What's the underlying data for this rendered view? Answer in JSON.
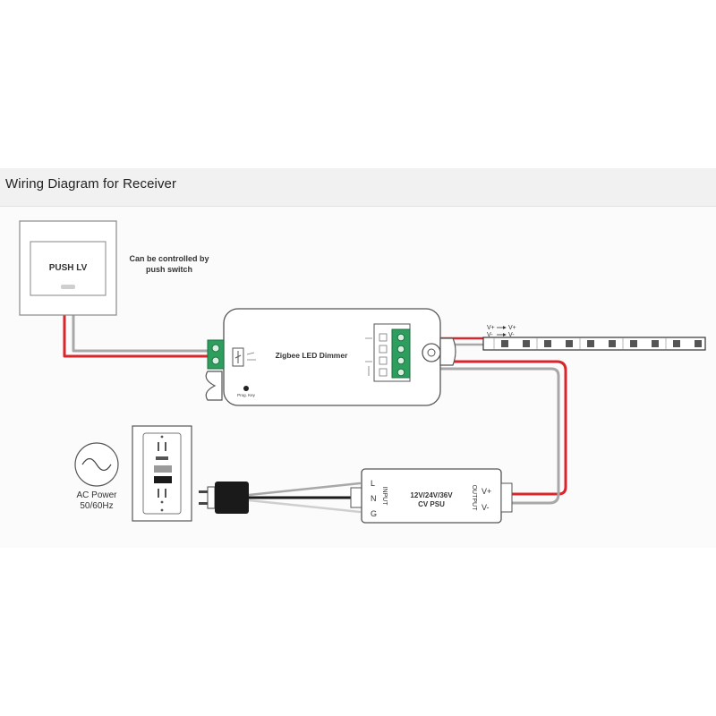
{
  "diagram": {
    "title": "Wiring Diagram for Receiver",
    "push_switch": {
      "label": "PUSH LV",
      "caption_line1": "Can be controlled by",
      "caption_line2": "push switch"
    },
    "dimmer": {
      "label": "Zigbee LED Dimmer",
      "prog_key": "Prog. Key"
    },
    "led_strip": {
      "vplus_in": "V+",
      "vplus_out": "V+",
      "vminus_in": "V-",
      "vminus_out": "V-"
    },
    "ac_power": {
      "line1": "AC Power",
      "line2": "50/60Hz"
    },
    "psu": {
      "line1": "12V/24V/36V",
      "line2": "CV PSU",
      "input_label": "INPUT",
      "output_label": "OUTPUT",
      "terminal_l": "L",
      "terminal_n": "N",
      "terminal_g": "G",
      "terminal_vplus": "V+",
      "terminal_vminus": "V-"
    },
    "colors": {
      "red_wire": "#d9252b",
      "gray_wire": "#a8a8a8",
      "terminal_green": "#2e9e5e",
      "plug_black": "#1a1a1a"
    }
  }
}
